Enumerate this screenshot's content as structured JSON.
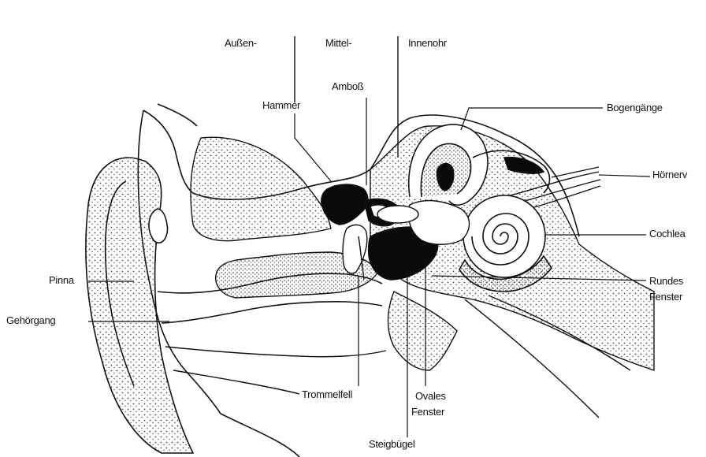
{
  "sections": {
    "outer": "Außen-",
    "middle": "Mittel-",
    "inner": "Innenohr"
  },
  "labels": {
    "hammer": "Hammer",
    "amboss": "Amboß",
    "bogengaenge": "Bogengänge",
    "hoernerv": "Hörnerv",
    "cochlea": "Cochlea",
    "rundes_fenster_line1": "Rundes",
    "rundes_fenster_line2": "Fenster",
    "pinna": "Pinna",
    "gehoergang": "Gehörgang",
    "trommelfell": "Trommelfell",
    "ovales_fenster_line1": "Ovales",
    "ovales_fenster_line2": "Fenster",
    "steigbuegel": "Steigbügel"
  },
  "colors": {
    "line": "#111111",
    "stipple": "#555555",
    "fill_dark": "#0a0a0a",
    "background": "#ffffff"
  }
}
